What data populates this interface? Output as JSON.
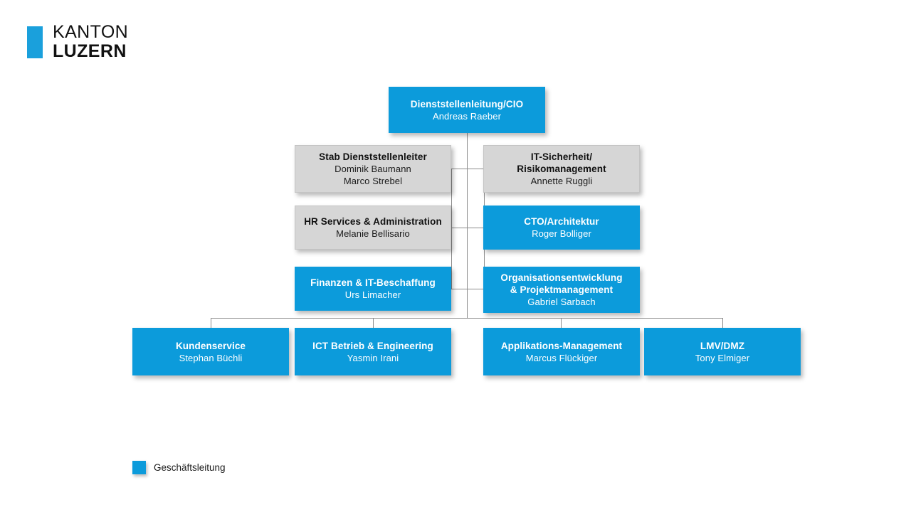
{
  "logo": {
    "line1": "KANTON",
    "line2": "LUZERN",
    "mark_color": "#1AA0DC"
  },
  "colors": {
    "accent_blue": "#0C9BDB",
    "box_grey": "#D6D6D6",
    "connector_grey": "#8C8C8C"
  },
  "chart_data": {
    "type": "diagram",
    "diagram_kind": "organizational-chart",
    "nodes": [
      {
        "id": "cio",
        "title": "Dienststellenleitung/CIO",
        "person": "Andreas Raeber",
        "style": "blue",
        "level": 0
      },
      {
        "id": "stab",
        "title": "Stab Dienststellenleiter",
        "person": "Dominik Baumann\nMarco Strebel",
        "style": "grey",
        "level": 1,
        "side": "left"
      },
      {
        "id": "it-sicherheit",
        "title": "IT-Sicherheit/\nRisikomanagement",
        "person": "Annette Ruggli",
        "style": "grey",
        "level": 1,
        "side": "right"
      },
      {
        "id": "hr-services",
        "title": "HR Services & Administration",
        "person": "Melanie Bellisario",
        "style": "grey",
        "level": 2,
        "side": "left"
      },
      {
        "id": "cto",
        "title": "CTO/Architektur",
        "person": "Roger Bolliger",
        "style": "blue",
        "level": 2,
        "side": "right"
      },
      {
        "id": "finanzen",
        "title": "Finanzen & IT-Beschaffung",
        "person": "Urs Limacher",
        "style": "blue",
        "level": 3,
        "side": "left"
      },
      {
        "id": "orgentwicklung",
        "title": "Organisationsentwicklung\n& Projektmanagement",
        "person": "Gabriel Sarbach",
        "style": "blue",
        "level": 3,
        "side": "right"
      },
      {
        "id": "kundenservice",
        "title": "Kundenservice",
        "person": "Stephan Büchli",
        "style": "blue",
        "level": 4
      },
      {
        "id": "ict-betrieb",
        "title": "ICT Betrieb & Engineering",
        "person": "Yasmin Irani",
        "style": "blue",
        "level": 4
      },
      {
        "id": "applikations-management",
        "title": "Applikations-Management",
        "person": "Marcus Flückiger",
        "style": "blue",
        "level": 4
      },
      {
        "id": "lmv-dmz",
        "title": "LMV/DMZ",
        "person": "Tony Elmiger",
        "style": "blue",
        "level": 4
      }
    ]
  },
  "legend": {
    "label": "Geschäftsleitung",
    "swatch_color": "#0C9BDB"
  }
}
